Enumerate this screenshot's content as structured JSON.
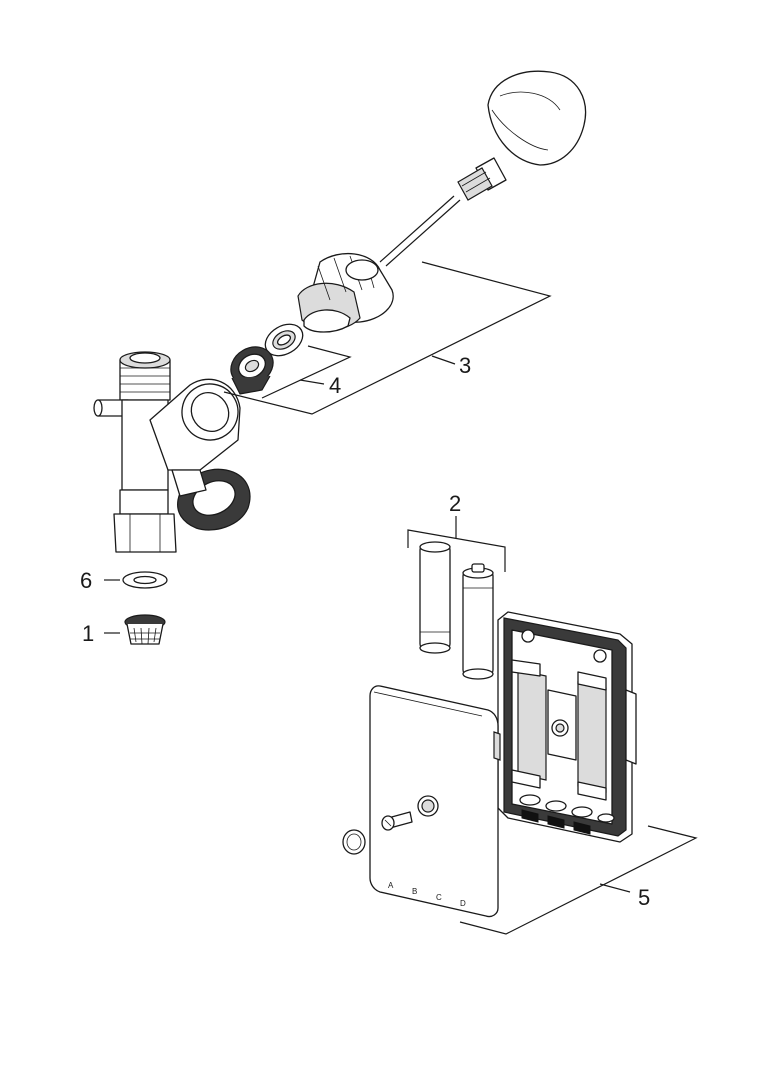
{
  "callouts": {
    "c1": "1",
    "c2": "2",
    "c3": "3",
    "c4": "4",
    "c5": "5",
    "c6": "6"
  },
  "cover_markings": {
    "a": "A",
    "b": "B",
    "c": "C",
    "d": "D"
  }
}
